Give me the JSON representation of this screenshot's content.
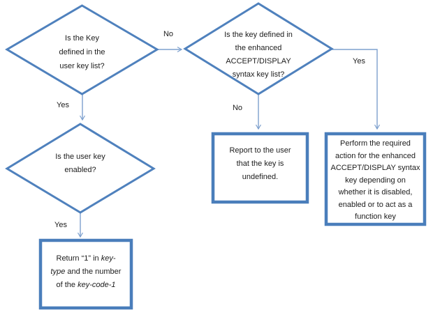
{
  "colors": {
    "shape_border": "#4f81bd",
    "process_border": "#4a7ebb",
    "connector": "#7da0ce",
    "text": "#1c1c1c",
    "background": "#ffffff"
  },
  "decisions": {
    "key_in_user_list": {
      "lines": [
        "Is the Key",
        "defined in the",
        "user key list?"
      ]
    },
    "key_in_enhanced_list": {
      "lines": [
        "Is the key defined in",
        "the enhanced",
        "ACCEPT/DISPLAY",
        "syntax key list?"
      ]
    },
    "user_key_enabled": {
      "lines": [
        "Is the user key",
        "enabled?"
      ]
    }
  },
  "processes": {
    "report_undefined": {
      "lines": [
        "Report to the user",
        "that the key is",
        "undefined."
      ]
    },
    "perform_action": {
      "lines": [
        "Perform the required",
        "action for the enhanced",
        "ACCEPT/DISPLAY syntax",
        "key depending on",
        "whether it is disabled,",
        "enabled or to act as a",
        "function key"
      ]
    },
    "return_key_type": {
      "line1_text": "Return “1” in ",
      "line1_italic": "key-",
      "line2_italic": "type",
      "line2_text": " and the number",
      "line3_text": "of the ",
      "line3_italic": "key-code-1"
    }
  },
  "edge_labels": {
    "no_to_enhanced": "No",
    "yes_to_enabled": "Yes",
    "no_to_report": "No",
    "yes_to_perform": "Yes",
    "yes_to_return": "Yes"
  }
}
